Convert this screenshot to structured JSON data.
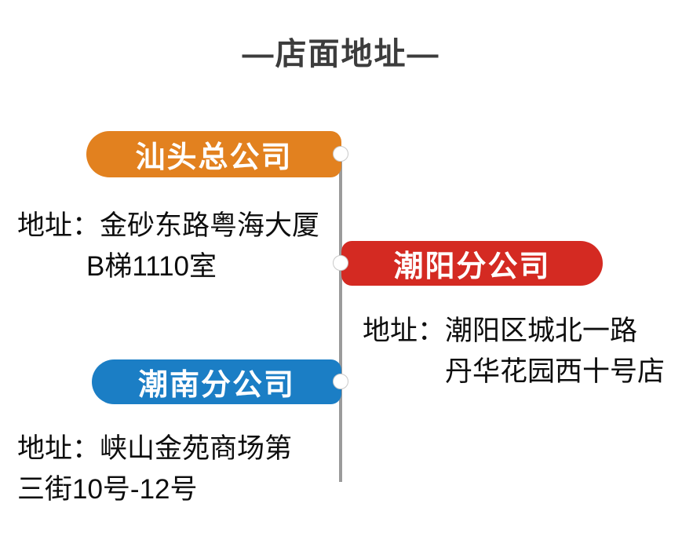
{
  "page": {
    "title": "—店面地址—"
  },
  "colors": {
    "orange": "#e2811f",
    "red": "#d42a22",
    "blue": "#1b7ec5",
    "line": "#9b9b9b",
    "title_text": "#3c3c3c",
    "pill_text": "#ffffff",
    "address_text": "#0e0e0e"
  },
  "branches": [
    {
      "name": "汕头总公司",
      "side": "left",
      "color": "orange",
      "address_lines": [
        "地址：金砂东路粤海大厦",
        "B梯1110室"
      ]
    },
    {
      "name": "潮阳分公司",
      "side": "right",
      "color": "red",
      "address_lines": [
        "地址：潮阳区城北一路",
        "丹华花园西十号店"
      ]
    },
    {
      "name": "潮南分公司",
      "side": "left",
      "color": "blue",
      "address_lines": [
        "地址：峡山金苑商场第",
        "三街10号-12号"
      ]
    }
  ]
}
